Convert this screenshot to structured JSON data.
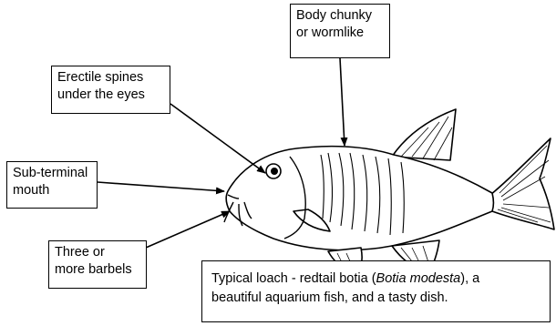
{
  "labels": {
    "body": {
      "line1": "Body chunky",
      "line2": "or wormlike"
    },
    "spines": {
      "line1": "Erectile spines",
      "line2": "under the eyes"
    },
    "mouth": {
      "line1": "Sub-terminal",
      "line2": "mouth"
    },
    "barbels": {
      "line1": "Three or",
      "line2": "more barbels"
    }
  },
  "caption": {
    "part1": "Typical loach -  redtail botia (",
    "species": "Botia modesta",
    "part2": "), a",
    "line2": "beautiful aquarium fish, and a tasty dish."
  },
  "colors": {
    "ink": "#000000",
    "paper": "#ffffff"
  },
  "illustration": {
    "subject": "loach-fish-drawing",
    "style": "black line engraving"
  }
}
